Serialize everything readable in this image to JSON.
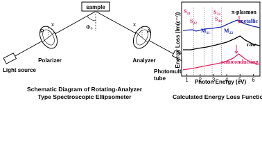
{
  "diagram": {
    "sample_label": "sample",
    "polarizer_label": "Polarizer",
    "analyzer_label": "Analyzer",
    "light_source_label": "Light source",
    "detector_label_line1": "Photomultiplier",
    "detector_label_line2": "tube",
    "p_label": "P",
    "a_label": "A",
    "x_left": "x",
    "x_right": "x",
    "phi_label": "Φ₀",
    "caption_line1": "Schematic Diagram of Rotating-Analyzer",
    "caption_line2": "Type Spectroscopic Ellipsometer"
  },
  "chart_data": {
    "type": "line",
    "title": "",
    "xlabel": "Photon Energy (eV)",
    "ylabel": "Energy Loss (Im(ε⁻¹))",
    "xlim": [
      0.6,
      6.5
    ],
    "xticks": [
      1,
      2,
      3,
      4,
      5,
      6
    ],
    "caption": "Calculated Energy Loss Function",
    "series": [
      {
        "name": "metallic",
        "color": "#1a2aa8"
      },
      {
        "name": "raw",
        "color": "#000000"
      },
      {
        "name": "semiconducting",
        "color": "#e0245e"
      }
    ],
    "annotations": {
      "s11": "S",
      "s11_sub": "11",
      "s22": "S",
      "s22_sub": "22",
      "s33": "S",
      "s33_sub": "33",
      "s44": "S",
      "s44_sub": "44",
      "m11": "M",
      "m11_sub": "11",
      "m22": "M",
      "m22_sub": "22",
      "plasmon": "π-plasmon"
    },
    "marker_lines_ev": [
      1.5,
      2.3,
      2.9,
      3.6
    ]
  }
}
